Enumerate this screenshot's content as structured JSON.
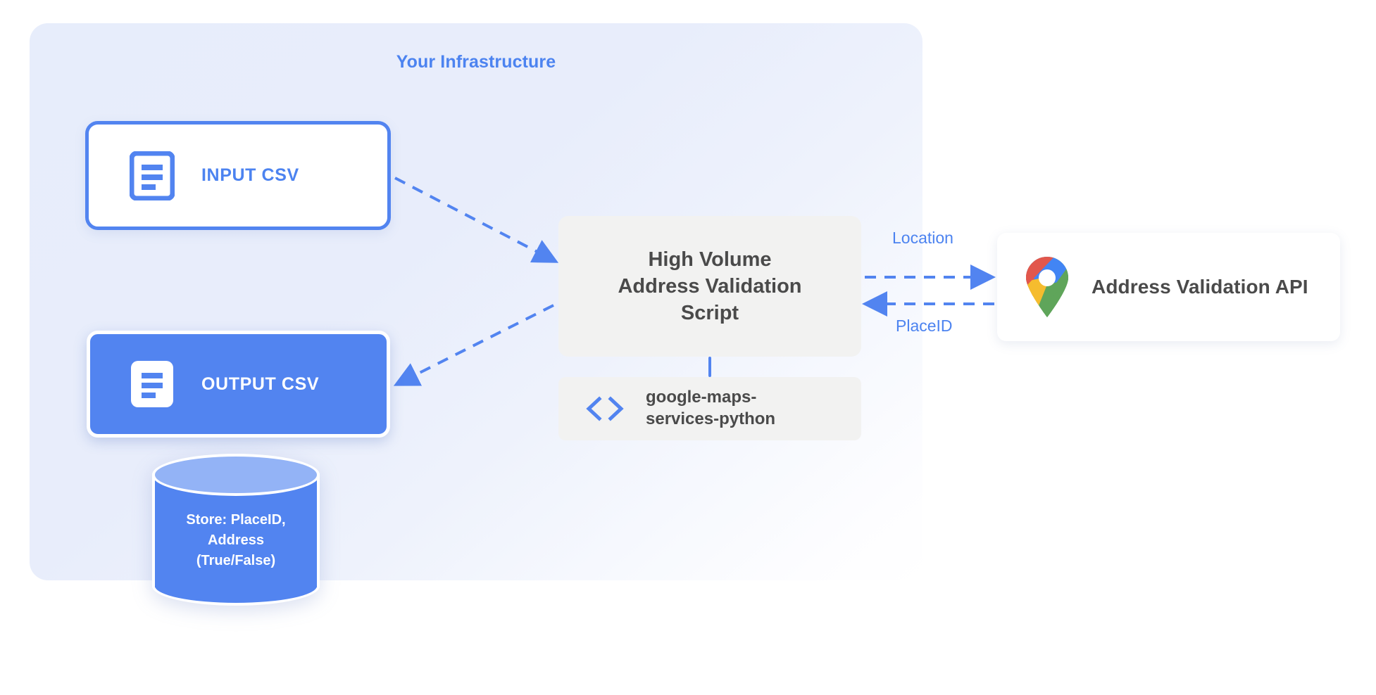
{
  "panel": {
    "title": "Your Infrastructure",
    "accent_color": "#4c83f0",
    "background_color": "#e8edfb"
  },
  "nodes": {
    "input_csv": {
      "label": "INPUT CSV",
      "icon": "document-icon",
      "fill": "#ffffff",
      "border_color": "#5284f0",
      "text_color": "#4c83f0"
    },
    "output_csv": {
      "label": "OUTPUT CSV",
      "icon": "document-icon",
      "fill": "#5284f0",
      "border_color": "#ffffff",
      "text_color": "#ffffff"
    },
    "database": {
      "lines": [
        "Store: PlaceID,",
        "Address",
        "(True/False)"
      ],
      "text": "Store: PlaceID, Address (True/False)",
      "fill": "#5284f0",
      "top_fill": "#93b3f6",
      "text_color": "#ffffff"
    },
    "script": {
      "lines": [
        "High Volume",
        "Address Validation",
        "Script"
      ],
      "text": "High Volume Address Validation Script",
      "fill": "#f2f2f1",
      "text_color": "#4a4a4a"
    },
    "library": {
      "lines": [
        "google-maps-",
        "services-python"
      ],
      "text": "google-maps-services-python",
      "icon": "code-brackets-icon",
      "icon_color": "#5284f0",
      "fill": "#f2f2f1",
      "text_color": "#4a4a4a"
    },
    "api": {
      "label": "Address Validation API",
      "icon": "google-maps-pin-icon",
      "fill": "#ffffff",
      "text_color": "#4a4a4a"
    }
  },
  "edges": [
    {
      "name": "input-to-script",
      "label": "",
      "style": "dashed",
      "direction": "input_csv -> script"
    },
    {
      "name": "script-to-output",
      "label": "",
      "style": "dashed",
      "direction": "script -> output_csv"
    },
    {
      "name": "script-to-api",
      "label": "Location",
      "style": "dashed",
      "direction": "script -> api"
    },
    {
      "name": "api-to-script",
      "label": "PlaceID",
      "style": "dashed",
      "direction": "api -> script"
    },
    {
      "name": "script-to-library",
      "label": "",
      "style": "solid",
      "direction": "script -- library"
    }
  ],
  "edge_labels": {
    "location": "Location",
    "placeid": "PlaceID"
  },
  "colors": {
    "blue": "#5284f0",
    "light_blue": "#93b3f6",
    "panel_bg": "#e8edfb",
    "gray_fill": "#f2f2f1",
    "dark_text": "#4a4a4a",
    "maps_blue": "#4285f4",
    "maps_red": "#e2574c",
    "maps_yellow": "#f5bc2e",
    "maps_green": "#5fa55a"
  }
}
